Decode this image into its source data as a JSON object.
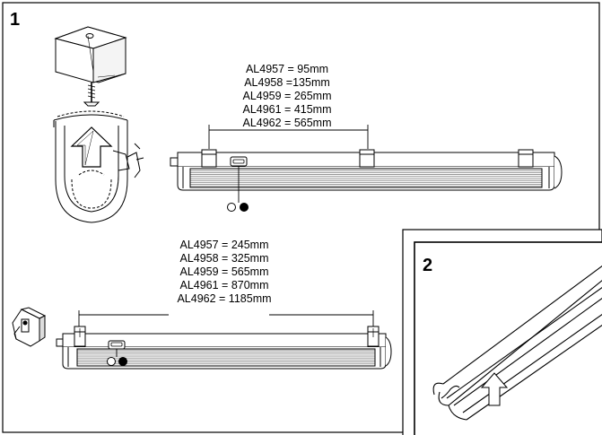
{
  "panels": {
    "panel1": {
      "number": "1"
    },
    "panel2": {
      "number": "2"
    }
  },
  "short_bracket_spacing": [
    "AL4957 = 95mm",
    "AL4958 =135mm",
    "AL4959 = 265mm",
    "AL4961 = 415mm",
    "AL4962 = 565mm"
  ],
  "long_bracket_spacing": [
    "AL4957 = 245mm",
    "AL4958 = 325mm",
    "AL4959 = 565mm",
    "AL4961 = 870mm",
    "AL4962 = 1185mm"
  ],
  "colors": {
    "line": "#000000",
    "background": "#ffffff",
    "hatch": "#555555"
  },
  "icons": {
    "bracket": "wall-bracket-icon",
    "screw": "screw-icon",
    "clip": "mounting-clip-icon",
    "arrow": "arrow-up-icon",
    "switch": "switch-icon"
  }
}
